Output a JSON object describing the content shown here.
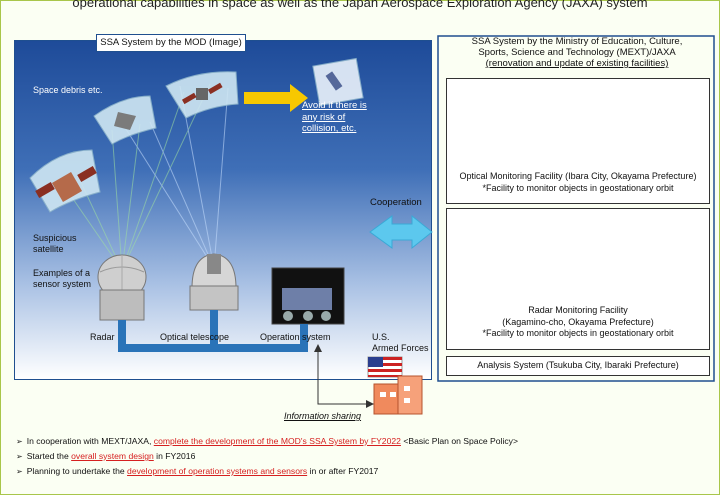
{
  "header": {
    "partial_title": "operational capabilities in space as well as the Japan Aerospace Exploration Agency (JAXA) system"
  },
  "left": {
    "title": "SSA System by the MOD (Image)",
    "debris_label": "Space debris etc.",
    "avoid_text": "Avoid if there is any risk of collision, etc.",
    "suspicious_label": "Suspicious satellite",
    "examples_label": "Examples of a sensor system",
    "radar_label": "Radar",
    "telescope_label": "Optical telescope",
    "operation_label": "Operation system"
  },
  "right": {
    "title_line1": "SSA System by the Ministry of Education, Culture,",
    "title_line2": "Sports, Science and Technology (MEXT)/JAXA",
    "title_line3": "(renovation and update of existing facilities)",
    "optical_caption1": "Optical Monitoring Facility (Ibara City, Okayama Prefecture)",
    "optical_caption2": "*Facility to monitor objects in geostationary orbit",
    "radar_caption1": "Radar Monitoring Facility",
    "radar_caption2": "(Kagamino-cho, Okayama Prefecture)",
    "radar_caption3": "*Facility to monitor objects in geostationary orbit",
    "analysis": "Analysis System (Tsukuba City, Ibaraki Prefecture)"
  },
  "middle": {
    "cooperation": "Cooperation",
    "us_line1": "U.S.",
    "us_line2": "Armed Forces",
    "info_sharing": "Information sharing"
  },
  "bullets": [
    {
      "pre": "In cooperation with MEXT/JAXA, ",
      "hl": "complete the development of the MOD's SSA System by FY2022",
      "post": " <Basic Plan on Space Policy>"
    },
    {
      "pre": "Started the ",
      "hl": "overall system design",
      "post": " in FY2016"
    },
    {
      "pre": "Planning to undertake the ",
      "hl": "development of operation systems and sensors",
      "post": " in or after FY2017"
    }
  ],
  "colors": {
    "accent_blue": "#2a73b8",
    "highlight_red": "#d62020",
    "frame_green": "#a8c64a"
  }
}
